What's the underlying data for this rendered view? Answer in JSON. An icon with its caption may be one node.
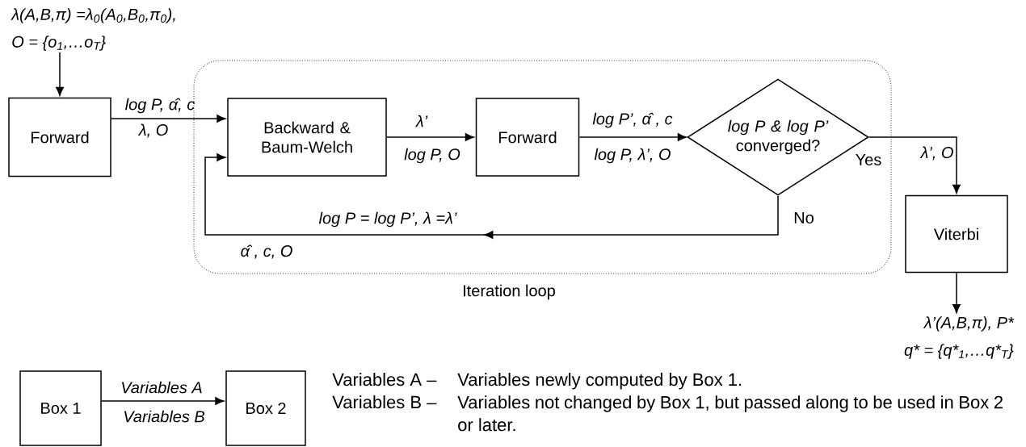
{
  "diagram": {
    "nodes": [
      {
        "text": [
          "λ(A,B,π) =λ$_{0}$(A$_{0}$,B$_{0}$,π$_{0}$),",
          "O = {o$_{1}$,…o$_{T}$}"
        ]
      },
      {
        "text": [
          "Forward"
        ]
      },
      {
        "text": [
          "Iteration loop"
        ]
      },
      {
        "text": [
          "Backward & Baum-Welch"
        ],
        "in": 2
      },
      {
        "text": [
          "Forward"
        ],
        "in": 2
      },
      {
        "text": [
          "*log P & log P’* converged?"
        ],
        "in": 2
      },
      {
        "text": [
          "Viterbi"
        ]
      },
      {
        "text": [
          "λ’(A,B,π),  P*",
          "q* = {q*$_{1}$,…q*$_{T}$}"
        ]
      },
      {
        "text": [
          "Box 1"
        ]
      },
      {
        "text": [
          "Box 2"
        ]
      }
    ],
    "edges": [
      {
        "from": 0,
        "to": 1,
        "arrow": "to"
      },
      {
        "from": 1,
        "to": 3,
        "arrow": "to",
        "label": "log P, α̂, c"
      },
      {
        "from": 3,
        "to": 4,
        "arrow": "to",
        "label": "λ’"
      },
      {
        "from": 4,
        "to": 5,
        "arrow": "to",
        "label": "log P’, α̂ , c"
      },
      {
        "from": 5,
        "to": 6,
        "arrow": "to",
        "label": "λ’, O"
      },
      {
        "from": 5,
        "to": 3,
        "arrow": "to",
        "label": "log P = log P’, λ =λ’"
      },
      {
        "from": 6,
        "to": 7,
        "arrow": "to"
      },
      {
        "from": 8,
        "to": 9,
        "arrow": "to",
        "label": "Variables A"
      }
    ],
    "labels": [
      "λ, O",
      "log P, O",
      "log P, λ’, O",
      "Yes",
      "No",
      "α̂ , c, O",
      "Variables B",
      "Variables A –",
      "Variables newly computed by Box 1.",
      "Variables B –",
      "Variables not changed by Box 1, but passed along to be used in Box 2 or later."
    ]
  }
}
